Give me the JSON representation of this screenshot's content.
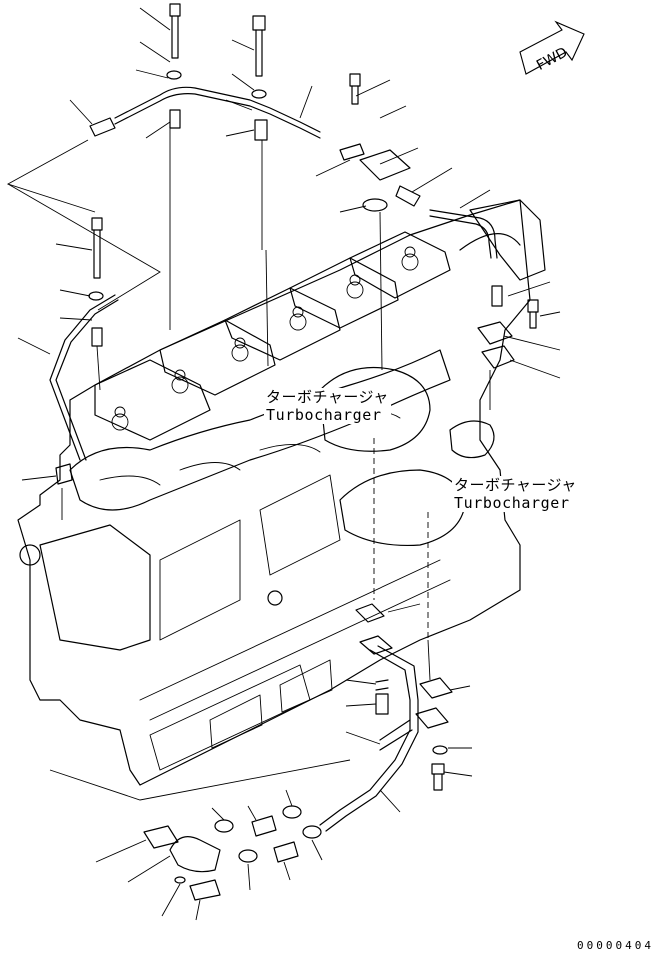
{
  "orientation": {
    "fwd_label": "FWD"
  },
  "callouts": [
    {
      "jp": "ターボチャージャ",
      "en": "Turbocharger"
    },
    {
      "jp": "ターボチャージャ",
      "en": "Turbocharger"
    }
  ],
  "footer": {
    "drawing_code": "00000404"
  },
  "icons": {
    "direction_arrow": "fwd-arrow-icon"
  }
}
